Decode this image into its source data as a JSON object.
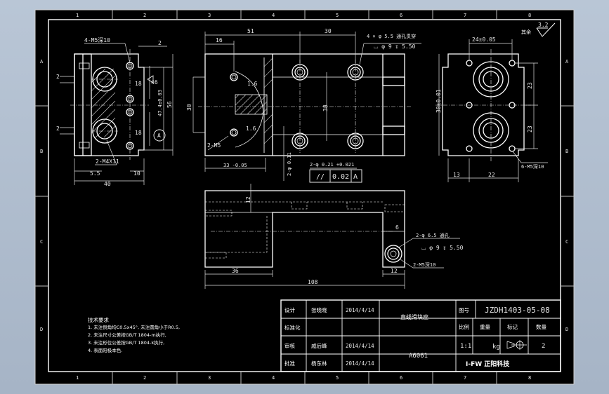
{
  "border": {
    "top_numbers": [
      "1",
      "2",
      "3",
      "4",
      "5",
      "6",
      "7",
      "8"
    ],
    "bottom_numbers": [
      "1",
      "2",
      "3",
      "4",
      "5",
      "6",
      "7",
      "8"
    ],
    "side_letters": [
      "A",
      "B",
      "C",
      "D"
    ]
  },
  "drawing": {
    "roughness_symbol": "3.2",
    "roughness_note": "其余",
    "left_view": {
      "dim_4m5": "4-M5深10",
      "dim_2_top": "2",
      "dim_2_left_a": "2",
      "dim_2_left_b": "2",
      "dim_18_a": "18",
      "dim_18_b": "18",
      "dim_46": "46",
      "dim_47": "47.4±0.03",
      "dim_56": "56",
      "datum_a": "A",
      "dim_2m4": "2-M4X11",
      "dim_5_5": "5.5",
      "dim_10": "10",
      "dim_40": "40"
    },
    "front_view": {
      "dim_51": "51",
      "dim_30_top": "30",
      "dim_16_top": "16",
      "dim_hole_note": "4 × φ 5.5 通孔贯穿",
      "dim_cbore": "⌴ φ 9 ↧ 5.50",
      "dim_1_6_a": "1.6",
      "dim_1_6_b": "1.6",
      "dim_30_left": "30",
      "dim_38": "38",
      "dim_2m5": "2-M5",
      "dim_33": "33 -0.05",
      "dim_2_011": "2-φ 0.11",
      "dim_2_021": "2-φ 0.21 +0.021",
      "tol_frame": [
        "//",
        "0.02",
        "A"
      ]
    },
    "right_view": {
      "dim_24": "24±0.05",
      "dim_30_left": "30±0.01",
      "dim_23_a": "23",
      "dim_23_b": "23",
      "dim_13": "13",
      "dim_22": "22",
      "dim_6m5": "6-M5深10"
    },
    "bottom_view": {
      "dim_12_top": "12",
      "dim_6": "6",
      "dim_2_65": "2-φ 6.5 通孔",
      "dim_cbore": "⌴ φ 9 ↧ 5.50",
      "dim_2m5": "2-M5深10",
      "dim_36": "36",
      "dim_12": "12",
      "dim_108": "108"
    }
  },
  "notes": {
    "title": "技术要求",
    "lines": [
      "1. 未注倒角均C0.5x45°, 未注圆角小于R0.5,",
      "2. 未注尺寸公差按GB/T 1804-m执行,",
      "3. 未注形位公差按GB/T 1804-k执行,",
      "4. 表面阳极本色."
    ]
  },
  "title_block": {
    "row1_label": "设计",
    "row1_name": "张晓晓",
    "row1_date": "2014/4/14",
    "part_name": "直线滑块座",
    "drawing_no_label": "图号",
    "drawing_no": "JZDH1403-05-08",
    "row2_label": "标准化",
    "scale_label": "比例",
    "weight_label": "重量",
    "mark_label": "标记",
    "qty_label": "数量",
    "row3_label": "审核",
    "row3_name": "戚后峰",
    "row3_date": "2014/4/14",
    "material": "A6061",
    "scale_value": "1:1",
    "weight_unit": "kg",
    "qty_value": "2",
    "row4_label": "批准",
    "row4_name": "杨东林",
    "row4_date": "2014/4/14",
    "company": "I-FW 正阳科技"
  }
}
